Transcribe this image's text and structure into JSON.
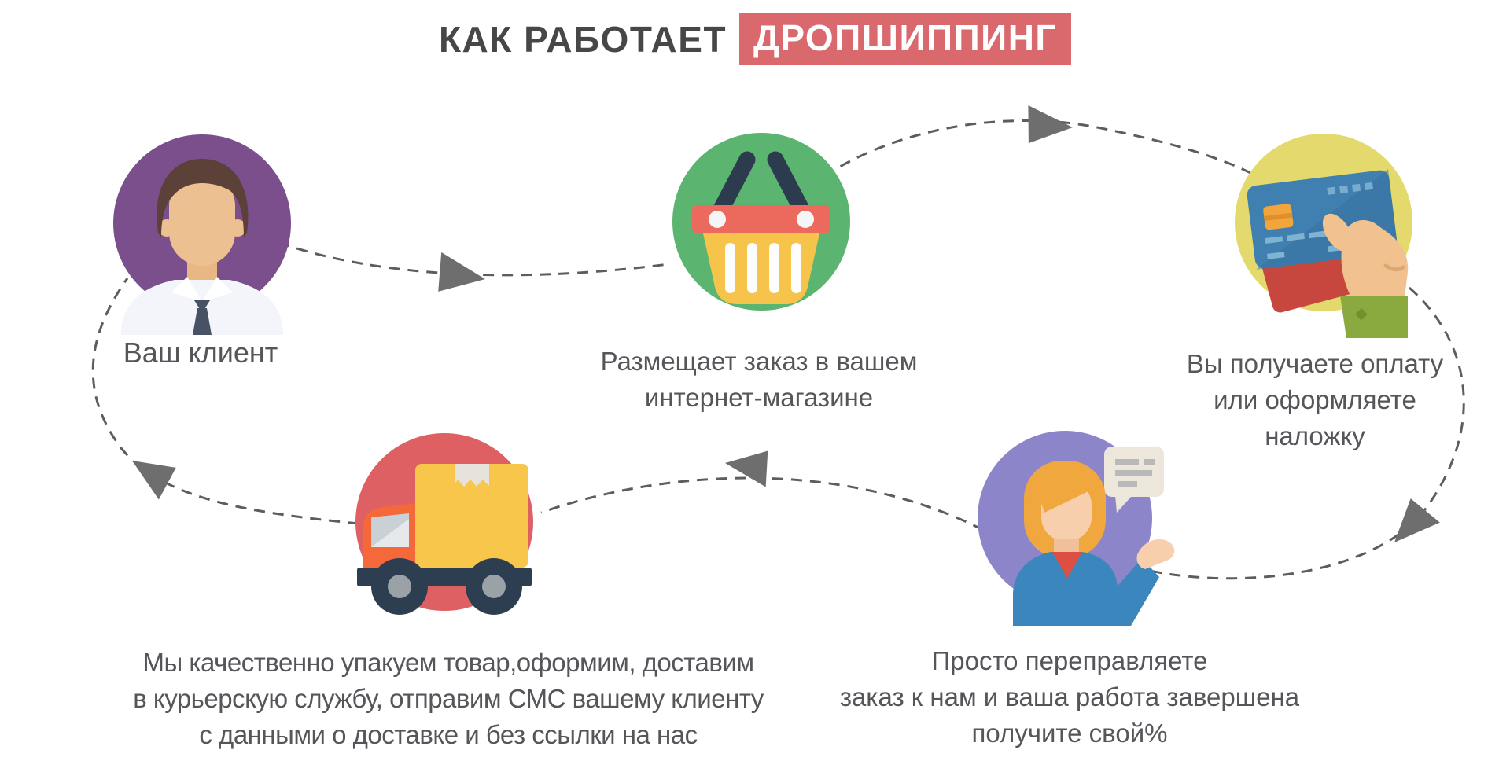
{
  "title": {
    "prefix": "КАК РАБОТАЕТ",
    "highlight": "ДРОПШИППИНГ"
  },
  "colors": {
    "accent_red": "#d9696c",
    "title_text": "#474747",
    "body_text": "#55565a",
    "connector_gray": "#5d5d5d",
    "arrow_gray": "#6e6e6e",
    "circle_client": "#7b4e8c",
    "circle_order": "#5cb471",
    "circle_payment": "#e3d96d",
    "circle_delivery": "#de6062",
    "circle_forward": "#8c85c9"
  },
  "nodes": [
    {
      "id": "client",
      "icon": "person-icon",
      "label": "Ваш клиент"
    },
    {
      "id": "order",
      "icon": "shopping-basket-icon",
      "label": "Размещает заказ в вашем\nинтернет-магазине"
    },
    {
      "id": "payment",
      "icon": "credit-card-hand-icon",
      "label": "Вы получаете оплату\nили оформляете\nналожку"
    },
    {
      "id": "delivery",
      "icon": "delivery-truck-icon",
      "label": "Мы качественно упакуем товар,оформим, доставим\nв курьерскую службу, отправим СМС вашему клиенту\nс данными о доставке и без ссылки на нас"
    },
    {
      "id": "forward",
      "icon": "support-woman-icon",
      "label": "Просто переправляете\nзаказ к нам и ваша работа завершена\nполучите свой%"
    }
  ]
}
